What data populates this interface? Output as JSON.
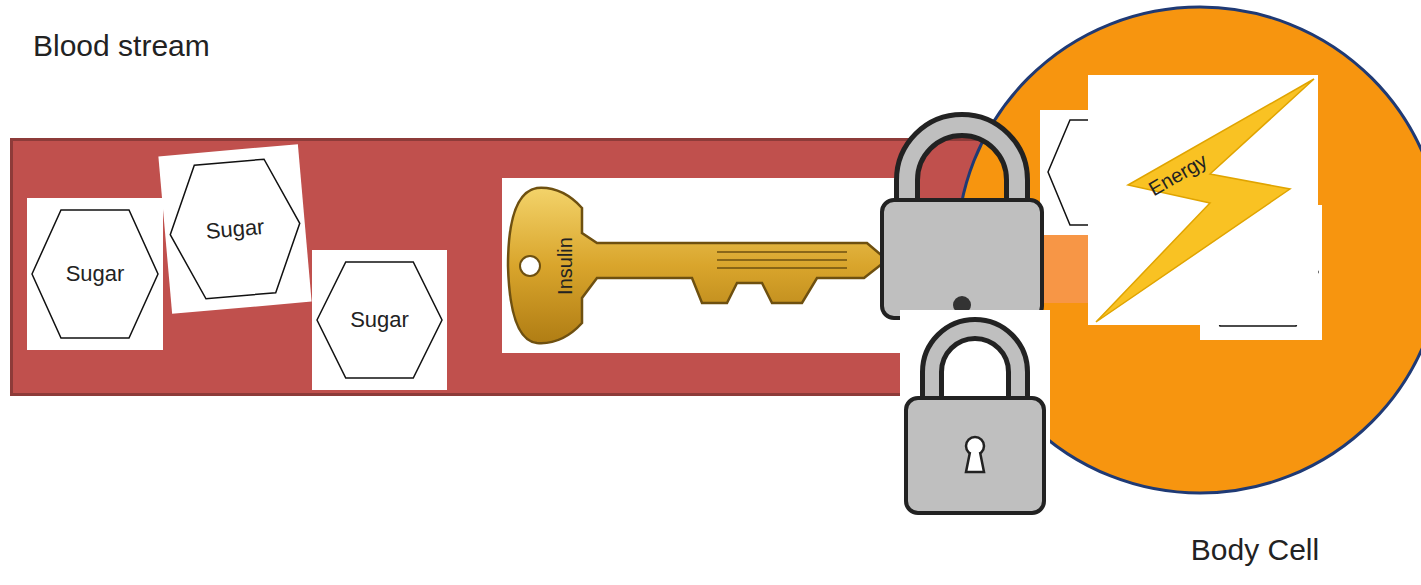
{
  "diagram": {
    "nodes": [
      {
        "text": [
          "Blood stream"
        ]
      },
      {
        "text": [
          "Sugar"
        ],
        "in": 0
      },
      {
        "text": [
          "Sugar"
        ],
        "in": 0
      },
      {
        "text": [
          "Sugar"
        ],
        "in": 0
      },
      {
        "text": [
          "Insulin"
        ],
        "in": 0
      },
      {
        "text": [
          "Body Cell"
        ]
      },
      {
        "text": [
          "Energy"
        ],
        "in": 5
      }
    ]
  }
}
